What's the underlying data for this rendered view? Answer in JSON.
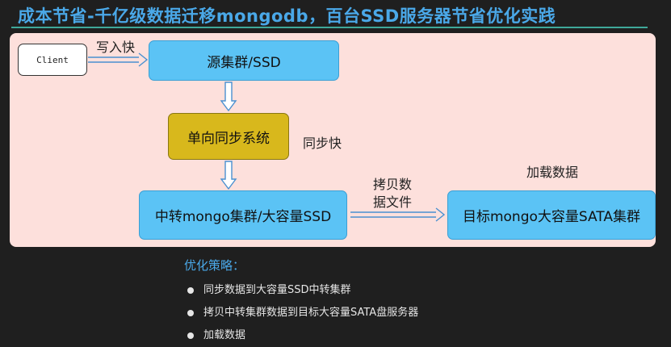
{
  "title": "成本节省-千亿级数据迁移mongodb，百台SSD服务器节省优化实践",
  "diagram": {
    "client": "Client",
    "source_cluster": "源集群/SSD",
    "sync_system": "单向同步系统",
    "transit_cluster": "中转mongo集群/大容量SSD",
    "target_cluster": "目标mongo大容量SATA集群",
    "label_write_fast": "写入快",
    "label_sync_fast": "同步快",
    "label_copy_line1": "拷贝数",
    "label_copy_line2": "据文件",
    "label_load": "加载数据",
    "colors": {
      "blue_box": "#5bc3f5",
      "sync_box": "#d8b81c",
      "panel": "#fde0dc"
    }
  },
  "strategy": {
    "heading": "优化策略：",
    "items": [
      "同步数据到大容量SSD中转集群",
      "拷贝中转集群数据到目标大容量SATA盘服务器",
      "加载数据"
    ]
  }
}
